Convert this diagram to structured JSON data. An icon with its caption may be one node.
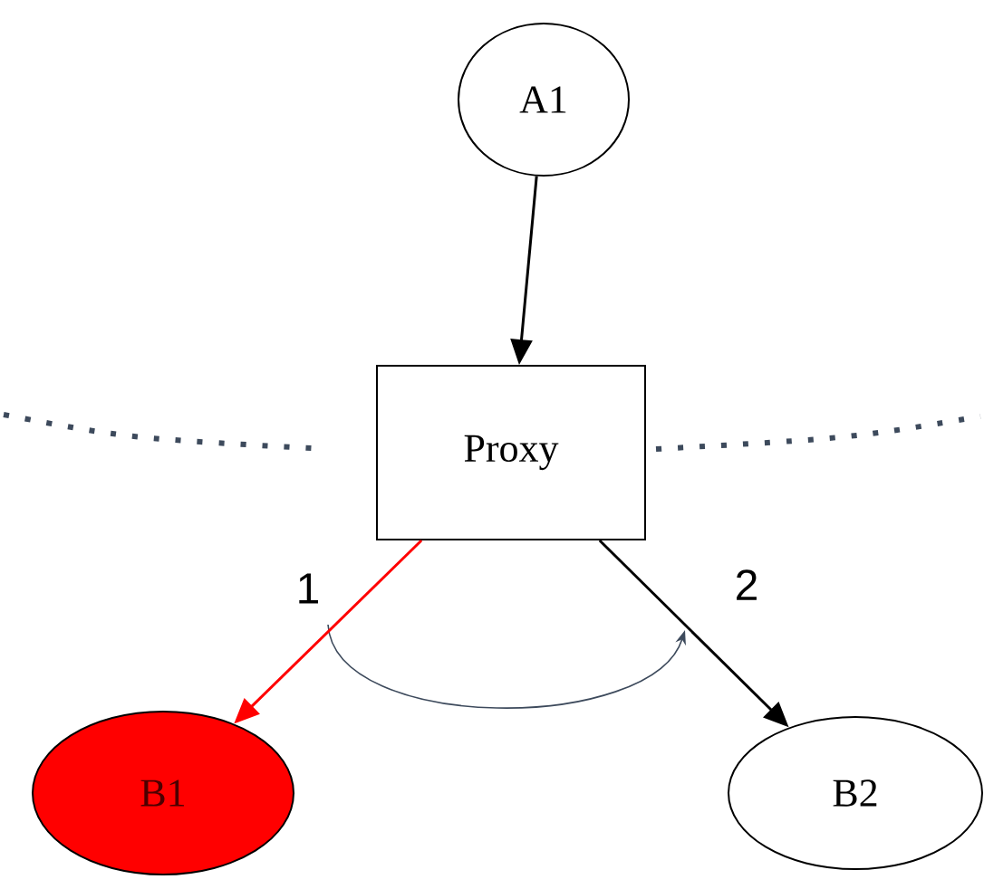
{
  "diagram": {
    "nodes": [
      {
        "text": [
          "A1"
        ]
      },
      {
        "text": [
          "Proxy"
        ]
      },
      {
        "text": [
          "B1"
        ]
      },
      {
        "text": [
          "B2"
        ]
      }
    ],
    "edges": [
      {
        "from": 0,
        "to": 1,
        "arrow": "to"
      },
      {
        "from": 1,
        "to": 2,
        "arrow": "to",
        "label": "1",
        "color": "#ff0000"
      },
      {
        "from": 1,
        "to": 3,
        "arrow": "to",
        "label": "2"
      }
    ]
  }
}
